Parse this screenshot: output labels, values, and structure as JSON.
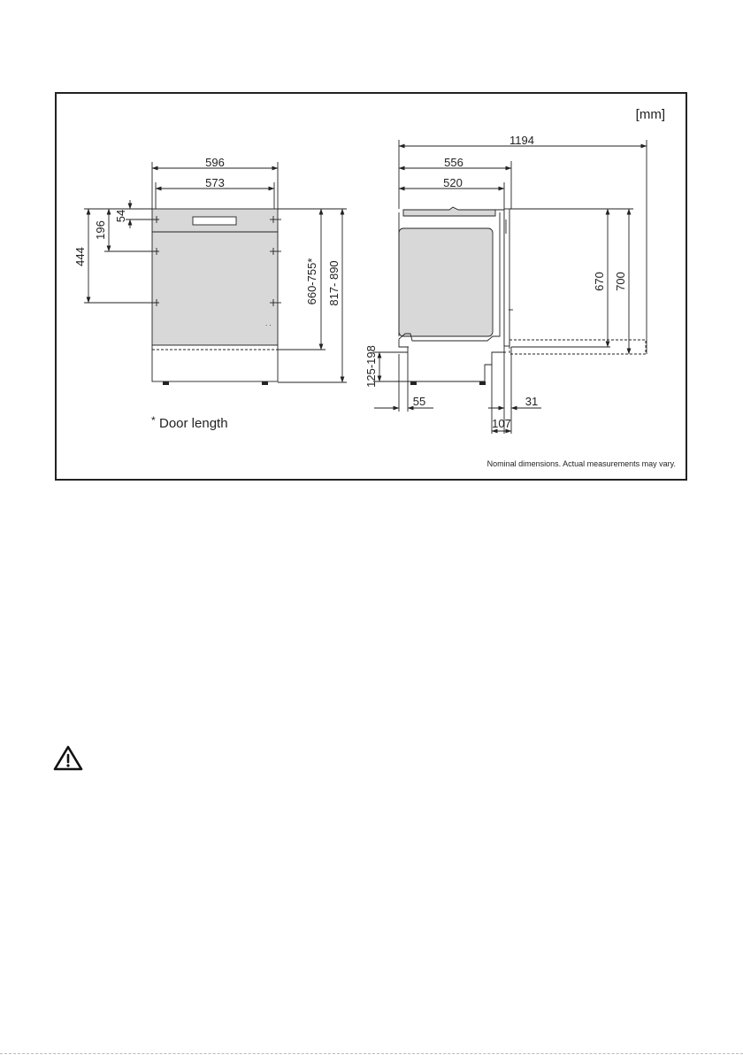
{
  "diagram": {
    "unit": "[mm]",
    "note": "Nominal dimensions. Actual measurements may vary.",
    "door_note_mark": "*",
    "door_note": "Door length",
    "front": {
      "width_outer": "596",
      "width_inner": "573",
      "top_offset": "54",
      "upper_offset": "196",
      "mid_offset": "444",
      "door_height": "660-755*",
      "total_height": "817- 890"
    },
    "side": {
      "total_depth_open": "1194",
      "depth_outer": "556",
      "depth_inner": "520",
      "door_height": "670",
      "door_height_total": "700",
      "plinth_height": "125-198",
      "plinth_offset": "55",
      "door_gap": "31",
      "door_clearance": "107"
    },
    "warning_icon": "warning-triangle-icon"
  }
}
